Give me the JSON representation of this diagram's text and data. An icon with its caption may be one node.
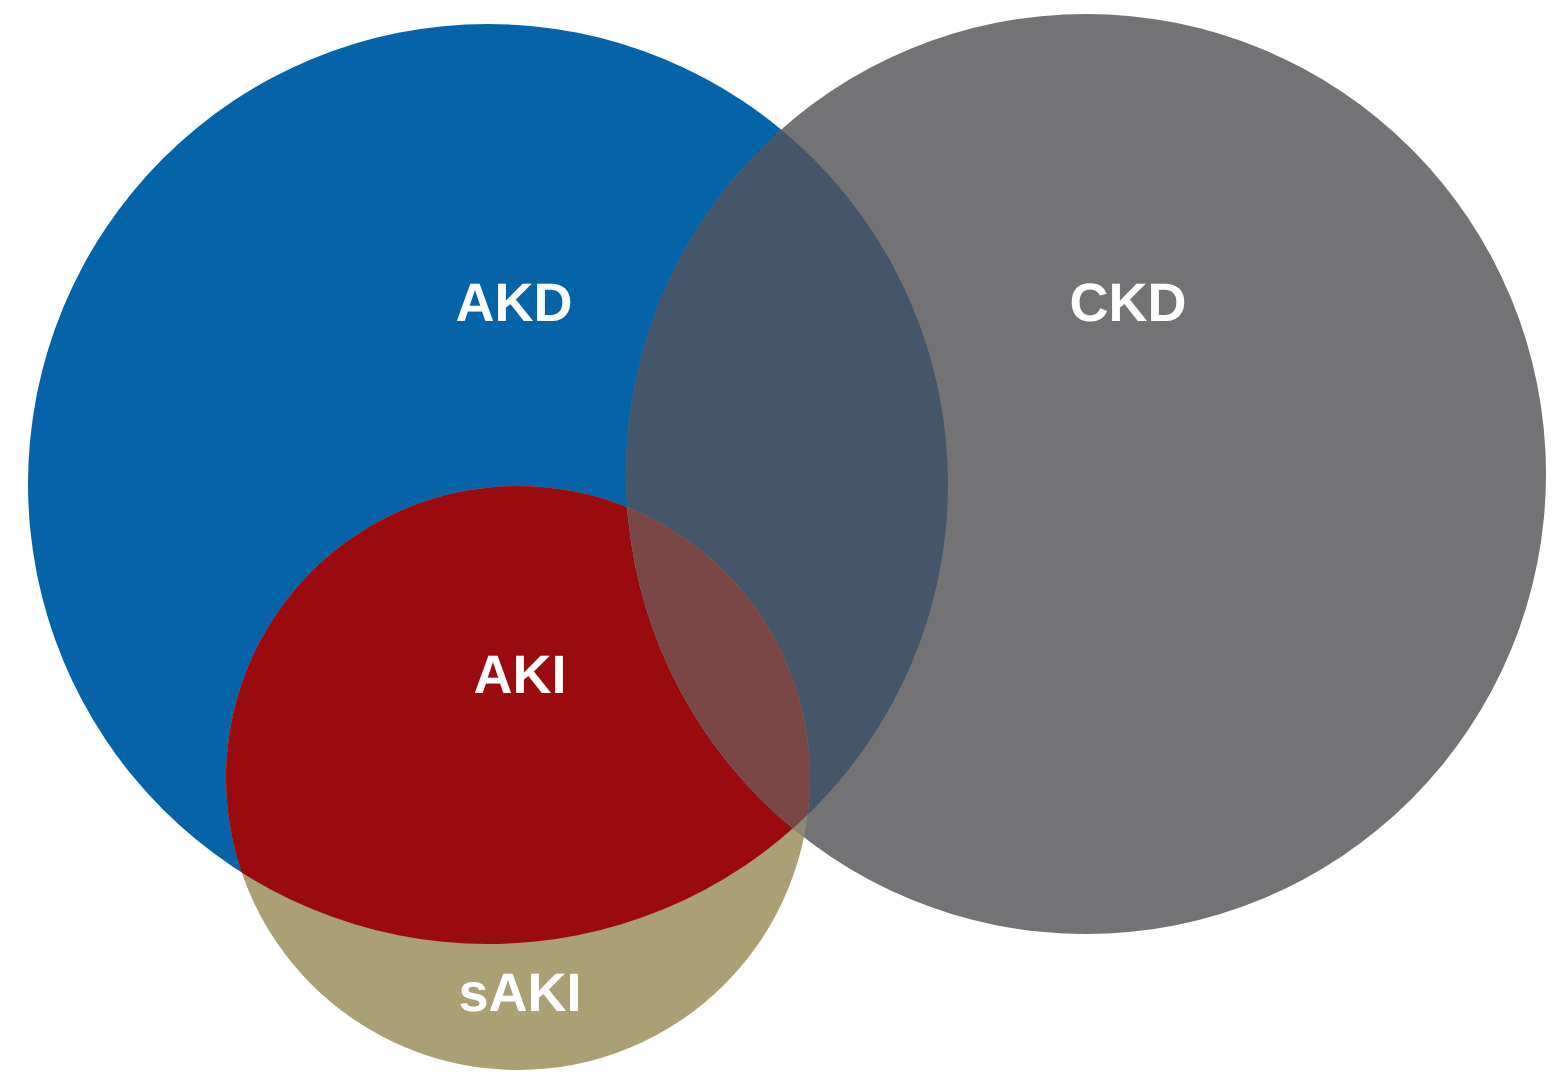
{
  "diagram": {
    "nodes": [
      {
        "text": [
          "AKD"
        ]
      },
      {
        "text": [
          "CKD"
        ]
      },
      {
        "text": [
          "AKI"
        ]
      },
      {
        "text": [
          "sAKI"
        ]
      }
    ]
  }
}
